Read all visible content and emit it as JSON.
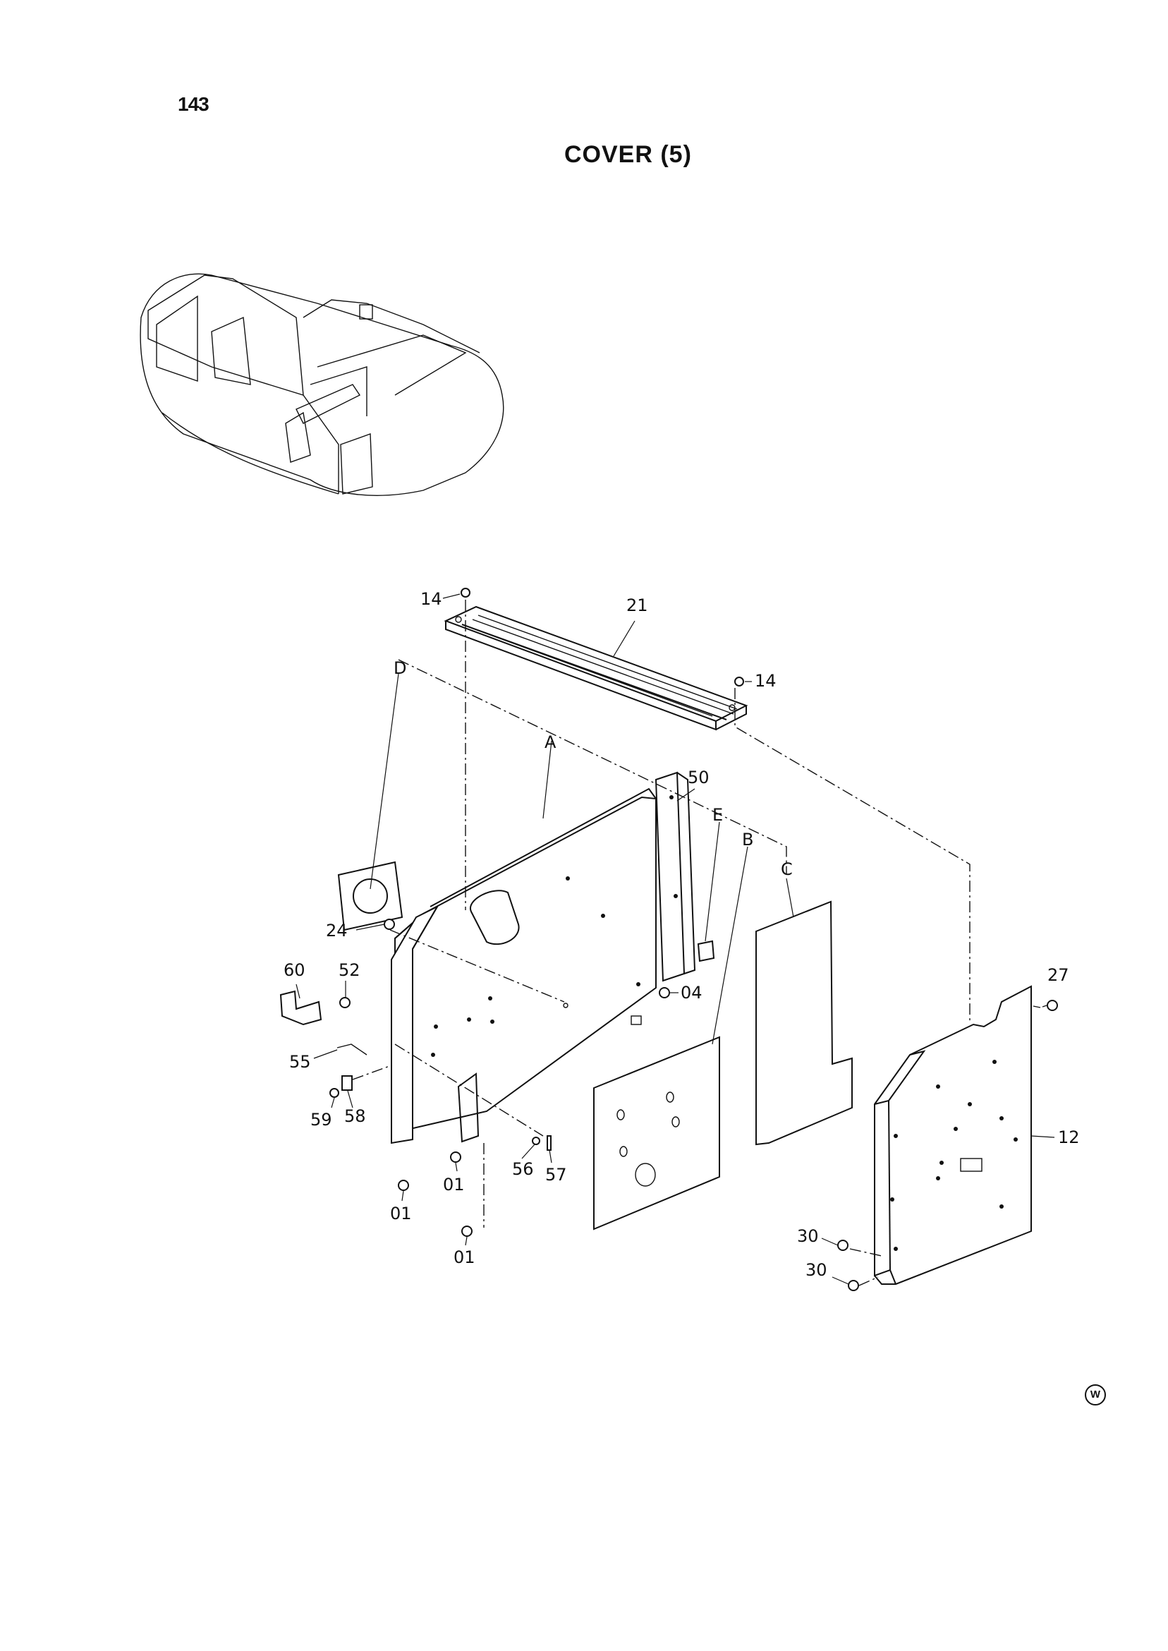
{
  "page": {
    "number": "143",
    "title": "COVER (5)",
    "mark": "W"
  },
  "callouts": {
    "p14a": "14",
    "p14b": "14",
    "p21": "21",
    "refD": "D",
    "refA": "A",
    "p50": "50",
    "refE": "E",
    "refB": "B",
    "refC": "C",
    "p24": "24",
    "p60": "60",
    "p52": "52",
    "p04": "04",
    "p27": "27",
    "p55": "55",
    "p59": "59",
    "p58": "58",
    "p56": "56",
    "p57": "57",
    "p01a": "01",
    "p01b": "01",
    "p01c": "01",
    "p12": "12",
    "p30a": "30",
    "p30b": "30"
  }
}
